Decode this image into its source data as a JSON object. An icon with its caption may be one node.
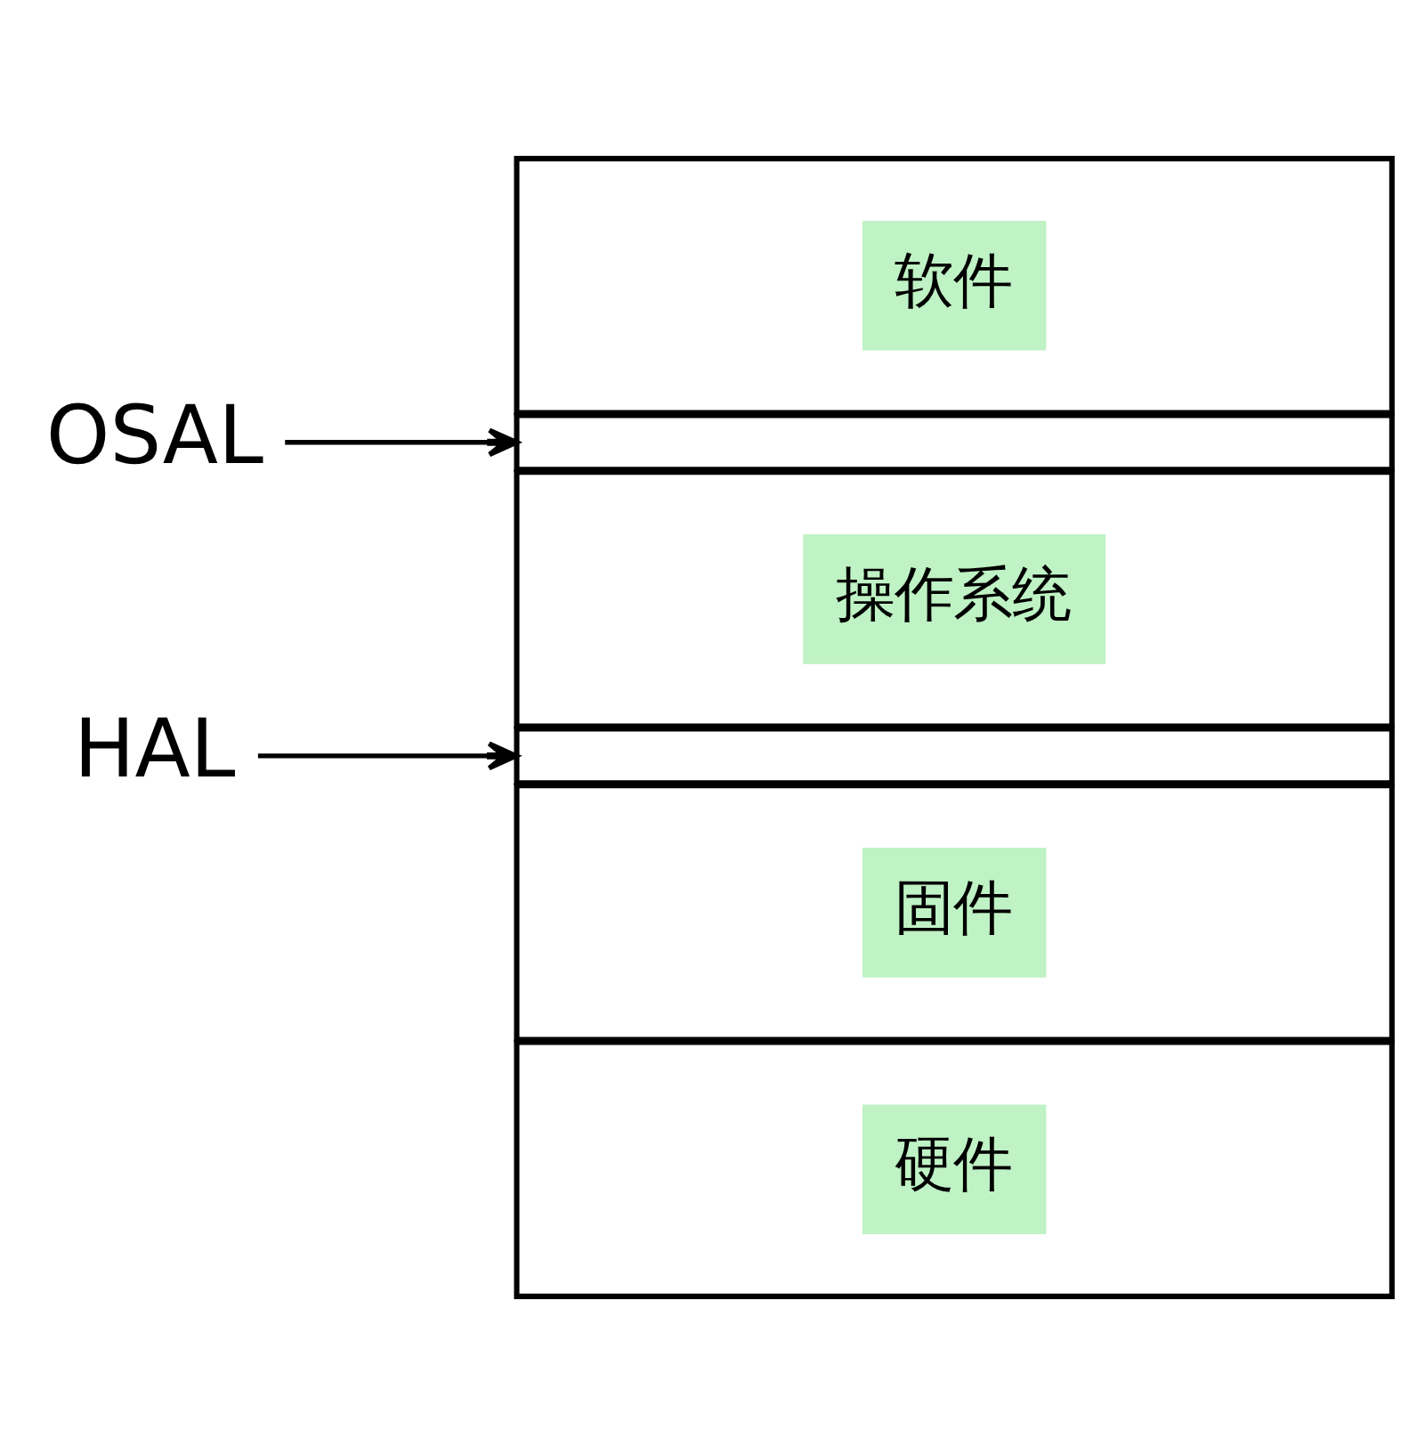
{
  "diagram": {
    "nodes": [
      {
        "text": [
          "OSAL"
        ]
      },
      {
        "text": [
          "软件"
        ]
      },
      {
        "text": [],
        "shape": "box"
      },
      {
        "text": [
          "HAL"
        ]
      },
      {
        "text": [
          "操作系统"
        ]
      },
      {
        "text": [],
        "shape": "box"
      },
      {
        "text": [
          "固件"
        ]
      },
      {
        "text": [
          "硬件"
        ]
      }
    ],
    "edges": [
      {
        "from": 0,
        "to": 2,
        "arrow": "to"
      },
      {
        "from": 3,
        "to": 5,
        "arrow": "to"
      }
    ]
  }
}
